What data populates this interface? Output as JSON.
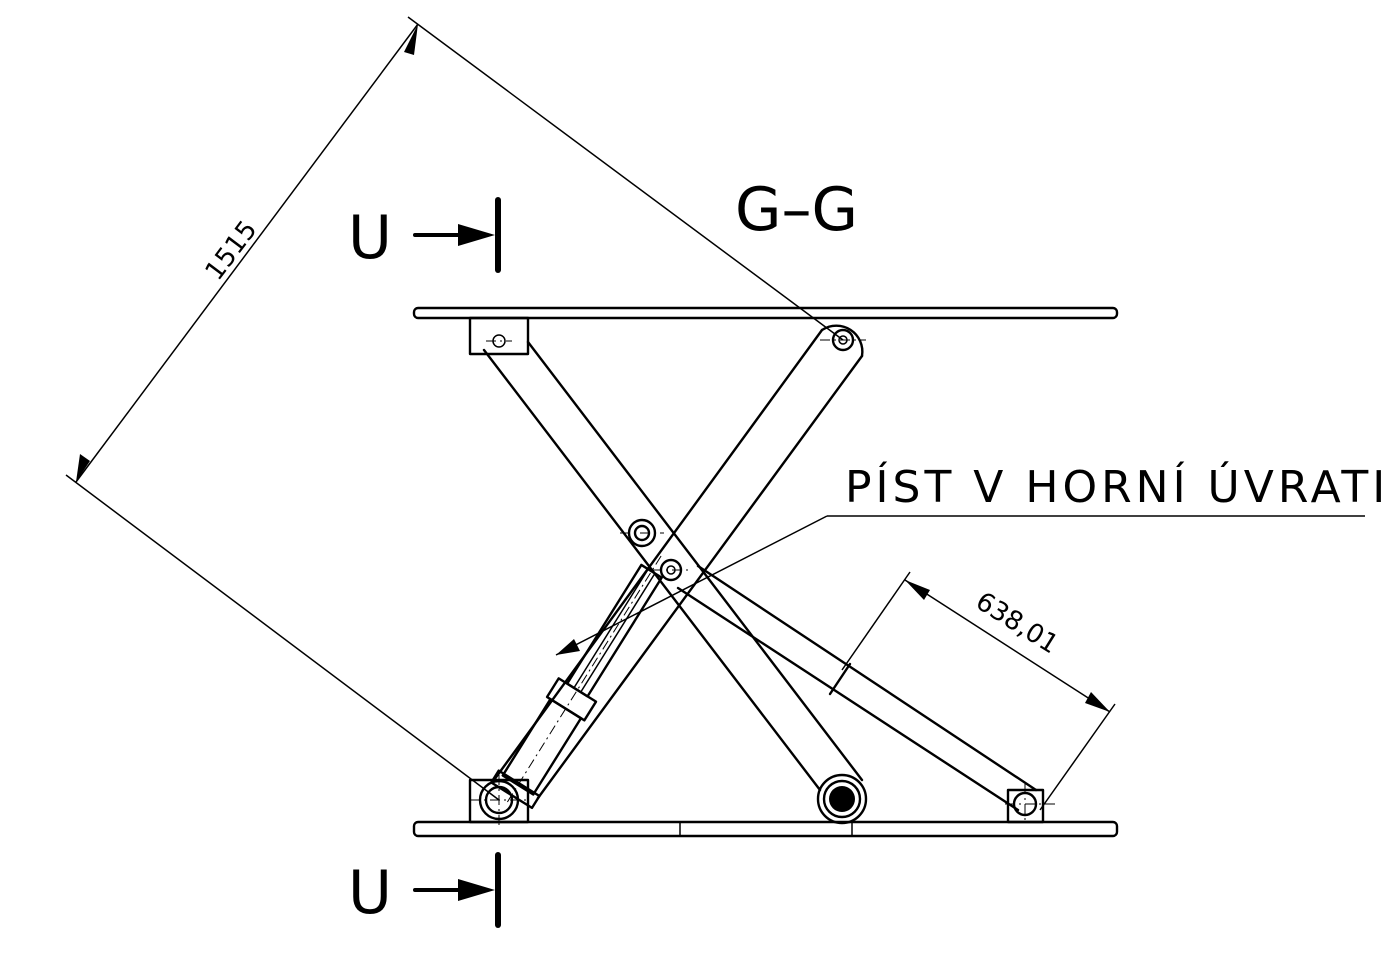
{
  "section_title": "G–G",
  "section_marker_top": "U",
  "section_marker_bottom": "U",
  "callout_label": "PÍST V HORNÍ ÚVRATI",
  "dimension_diagonal": "1515",
  "dimension_cylinder": "638,01"
}
